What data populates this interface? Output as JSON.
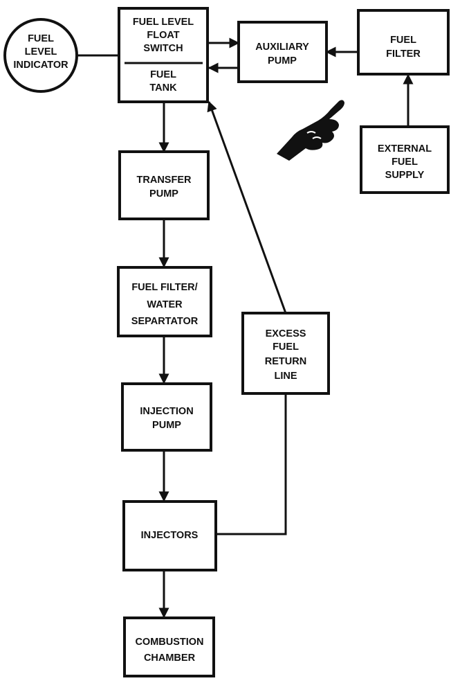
{
  "nodes": {
    "fuel_level_indicator": [
      "FUEL",
      "LEVEL",
      "INDICATOR"
    ],
    "float_switch": [
      "FUEL LEVEL",
      "FLOAT",
      "SWITCH"
    ],
    "fuel_tank": [
      "FUEL",
      "TANK"
    ],
    "auxiliary_pump": [
      "AUXILIARY",
      "PUMP"
    ],
    "fuel_filter": [
      "FUEL",
      "FILTER"
    ],
    "external_fuel_supply": [
      "EXTERNAL",
      "FUEL",
      "SUPPLY"
    ],
    "transfer_pump": [
      "TRANSFER",
      "PUMP"
    ],
    "filter_separator": [
      "FUEL FILTER/",
      "WATER",
      "SEPARTATOR"
    ],
    "excess_fuel_return": [
      "EXCESS",
      "FUEL",
      "RETURN",
      "LINE"
    ],
    "injection_pump": [
      "INJECTION",
      "PUMP"
    ],
    "injectors": [
      "INJECTORS"
    ],
    "combustion_chamber": [
      "COMBUSTION",
      "CHAMBER"
    ]
  },
  "icons": {
    "pointing_hand": "pointing-hand-icon"
  },
  "colors": {
    "ink": "#111111",
    "background": "#ffffff"
  }
}
